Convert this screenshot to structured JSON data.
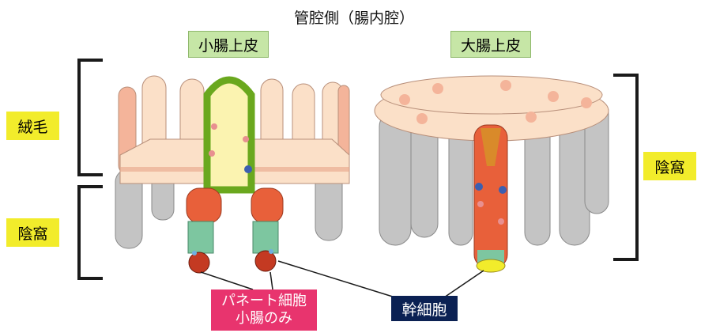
{
  "title": "管腔側（腸内腔）",
  "small_intestine_label": "小腸上皮",
  "large_intestine_label": "大腸上皮",
  "villus_label": "絨毛",
  "crypt_label_left": "陰窩",
  "crypt_label_right": "陰窩",
  "paneth_label_line1": "パネート細胞",
  "paneth_label_line2": "小腸のみ",
  "stem_label": "幹細胞",
  "colors": {
    "title_box_green": "#c6e6a6",
    "side_label_yellow": "#f2ec2b",
    "paneth_box": "#e8346e",
    "stem_box": "#0b2153",
    "cell_peach": "#fbe0c8",
    "cell_salmon": "#f4b49a",
    "cell_orange_red": "#e8603a",
    "cell_green": "#6aa81e",
    "cell_yellow": "#fbf3b0",
    "cell_gray": "#c4c4c4",
    "cell_blue": "#3c5fb0"
  }
}
